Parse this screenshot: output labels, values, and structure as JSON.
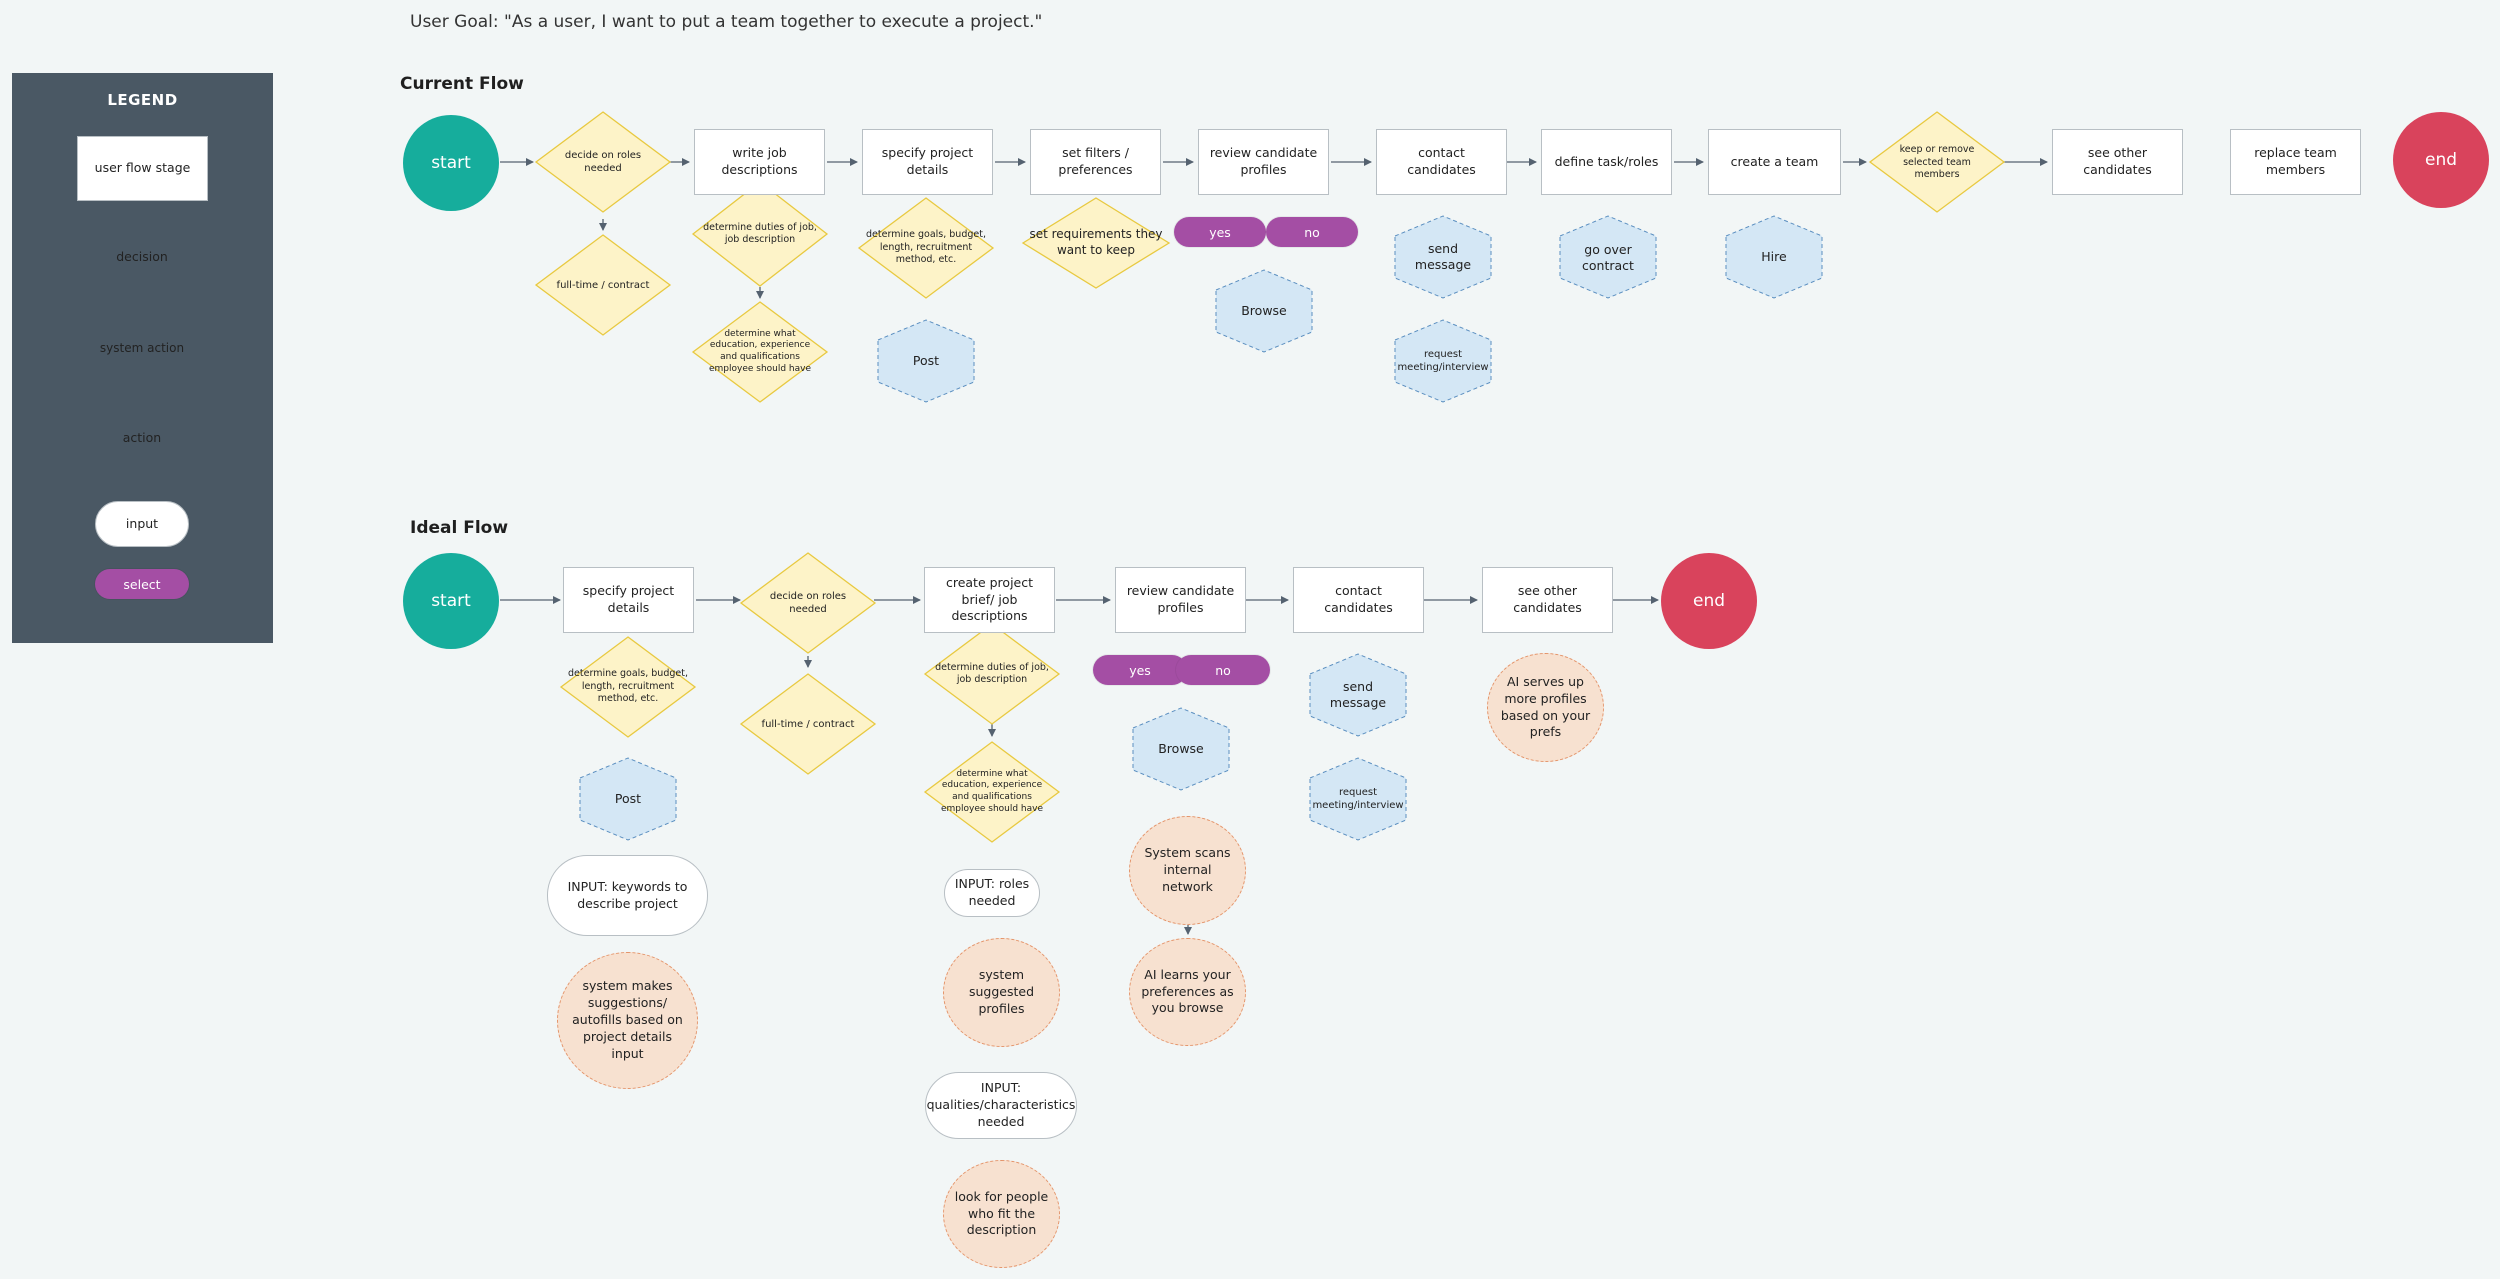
{
  "user_goal": "User Goal: \"As a user, I want to put a team together to execute a project.\"",
  "legend": {
    "title": "LEGEND",
    "user_flow_stage": "user flow stage",
    "decision": "decision",
    "system_action": "system action",
    "action": "action",
    "input": "input",
    "select": "select"
  },
  "colors": {
    "start": "#16ad9c",
    "end": "#d9435c",
    "decision_fill": "#fdf3c8",
    "decision_stroke": "#e8c940",
    "action_fill": "#d4e7f5",
    "action_stroke": "#5b8fc0",
    "system_fill": "#f7e1d0",
    "select": "#a44ea4",
    "legend_bg": "#4a5864"
  },
  "current_flow": {
    "title": "Current Flow",
    "start": "start",
    "end": "end",
    "decide_roles": "decide on roles needed",
    "full_time": "full-time / contract",
    "write_job": "write job descriptions",
    "duties": "determine duties of job, job description",
    "education": "determine what education, experience and qualifications employee should have",
    "specify_details": "specify project details",
    "goals": "determine goals, budget, length, recruitment method, etc.",
    "post": "Post",
    "set_filters": "set filters / preferences",
    "set_requirements": "set requirements they want to keep",
    "review_profiles": "review candidate profiles",
    "yes": "yes",
    "no": "no",
    "browse": "Browse",
    "contact": "contact candidates",
    "send_message": "send message",
    "request_meeting": "request meeting/interview",
    "define_task": "define task/roles",
    "go_over_contract": "go over contract",
    "create_team": "create a team",
    "hire": "Hire",
    "keep_remove": "keep or remove selected team members",
    "see_other": "see other candidates",
    "replace": "replace team members"
  },
  "ideal_flow": {
    "title": "Ideal Flow",
    "start": "start",
    "end": "end",
    "specify_details": "specify project details",
    "goals": "determine goals, budget, length, recruitment method, etc.",
    "post": "Post",
    "input_keywords": "INPUT: keywords to describe project",
    "system_suggestions": "system makes suggestions/ autofills based on project details input",
    "decide_roles": "decide on roles needed",
    "full_time": "full-time / contract",
    "create_brief": "create project brief/ job descriptions",
    "duties": "determine duties of job, job description",
    "education": "determine what education, experience and qualifications employee should have",
    "input_roles": "INPUT: roles needed",
    "suggested_profiles": "system suggested profiles",
    "input_qualities": "INPUT: qualities/characteristics needed",
    "look_for_people": "look for people who fit the description",
    "review_profiles": "review candidate profiles",
    "yes": "yes",
    "no": "no",
    "browse": "Browse",
    "scans_network": "System scans internal network",
    "ai_learns": "AI learns your preferences as you browse",
    "contact": "contact candidates",
    "send_message": "send message",
    "request_meeting": "request meeting/interview",
    "see_other": "see other candidates",
    "ai_serves": "AI serves up more profiles based on your prefs"
  }
}
